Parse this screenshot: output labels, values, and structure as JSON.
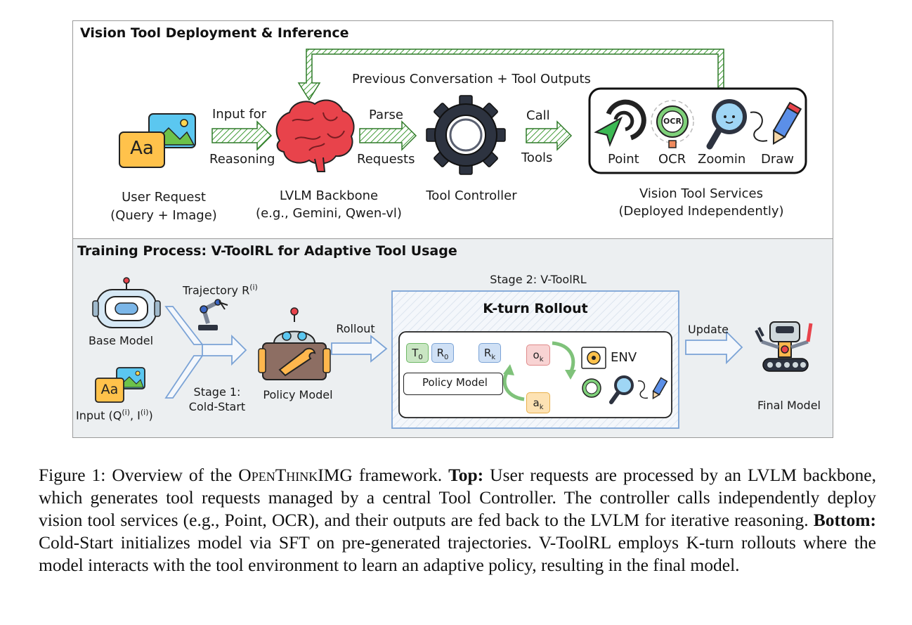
{
  "top_panel": {
    "title": "Vision Tool Deployment & Inference",
    "feedback_label": "Previous Conversation + Tool Outputs",
    "user_request": {
      "line1": "User Request",
      "line2": "(Query + Image)",
      "icon": "image-text-icon",
      "icon_text": "Aa"
    },
    "arrow1": {
      "top": "Input for",
      "bottom": "Reasoning"
    },
    "backbone": {
      "line1": "LVLM Backbone",
      "line2": "(e.g., Gemini, Qwen-vl)",
      "icon": "brain-icon"
    },
    "arrow2": {
      "top": "Parse",
      "bottom": "Requests"
    },
    "controller": {
      "label": "Tool Controller",
      "icon": "gear-icon"
    },
    "arrow3": {
      "top": "Call",
      "bottom": "Tools"
    },
    "services": {
      "line1": "Vision Tool Services",
      "line2": "(Deployed Independently)",
      "tools": [
        {
          "label": "Point",
          "icon": "point-icon"
        },
        {
          "label": "OCR",
          "icon": "ocr-icon",
          "icon_text": "OCR"
        },
        {
          "label": "Zoomin",
          "icon": "magnifier-icon"
        },
        {
          "label": "Draw",
          "icon": "pencil-icon"
        }
      ]
    }
  },
  "bottom_panel": {
    "title": "Training Process: V-ToolRL for Adaptive Tool Usage",
    "base_model": "Base Model",
    "input_label": "Input (Q",
    "input_sup1": "(i)",
    "input_mid": ", I",
    "input_sup2": "(i)",
    "input_end": ")",
    "input_icon_text": "Aa",
    "trajectory_label": "Trajectory R",
    "trajectory_sup": "(i)",
    "stage1_line1": "Stage 1:",
    "stage1_line2": "Cold-Start",
    "policy_model": "Policy Model",
    "rollout": "Rollout",
    "stage2": "Stage 2: V-ToolRL",
    "kturn": "K-turn Rollout",
    "t0": "T",
    "t0_sub": "0",
    "r0": "R",
    "r0_sub": "0",
    "rk": "R",
    "rk_sub": "k",
    "ok": "o",
    "ok_sub": "k",
    "ak": "a",
    "ak_sub": "k",
    "inner_policy": "Policy Model",
    "env": "ENV",
    "update": "Update",
    "final_model": "Final Model"
  },
  "caption": {
    "part1": "Figure 1: Overview of the ",
    "framework": "OpenThinkIMG",
    "part2": " framework. ",
    "top_bold": "Top:",
    "part3": " User requests are processed by an LVLM backbone, which generates tool requests managed by a central Tool Controller. The controller calls independently deploy vision tool services (e.g., Point, OCR), and their outputs are fed back to the LVLM for iterative reasoning. ",
    "bottom_bold": "Bottom:",
    "part4": " Cold-Start initializes model via SFT on pre-generated trajectories. V-ToolRL employs K-turn rollouts where the model interacts with the tool environment to learn an adaptive policy, resulting in the final model."
  },
  "colors": {
    "arrow_green": "#3f9a35",
    "arrow_blue": "#7ba3d6",
    "brain": "#e8434b",
    "gear": "#2d3340",
    "panel_bg": "#eceff1"
  }
}
